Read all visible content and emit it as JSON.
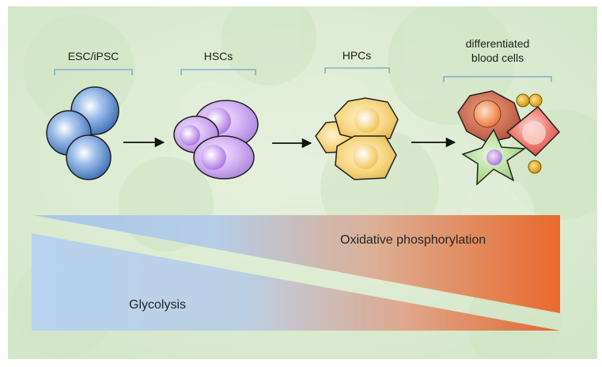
{
  "stages": [
    {
      "label": "ESC/iPSC"
    },
    {
      "label": "HSCs"
    },
    {
      "label": "HPCs"
    },
    {
      "label": "differentiated\nblood cells",
      "line1": "differentiated",
      "line2": "blood cells"
    }
  ],
  "gradients": {
    "oxidative_label": "Oxidative phosphorylation",
    "glycolysis_label": "Glycolysis"
  },
  "colors": {
    "background": "#dcead2",
    "stem_cell": "#6f9fd9",
    "hsc": "#c7a4ee",
    "hpc": "#f3cf73",
    "blood_red": "#e06158",
    "blood_brown": "#c2644b",
    "blood_green": "#9fd27e",
    "blue_gradient": "#b9d4ef",
    "orange_gradient": "#e9743a"
  }
}
